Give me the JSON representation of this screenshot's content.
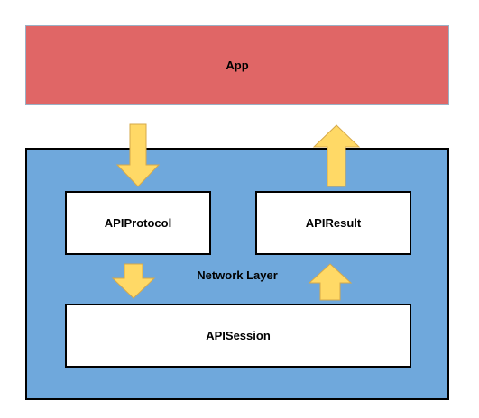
{
  "diagram": {
    "app_label": "App",
    "network_layer_label": "Network Layer",
    "api_protocol_label": "APIProtocol",
    "api_result_label": "APIResult",
    "api_session_label": "APISession"
  },
  "colors": {
    "app_fill": "#e06666",
    "layer_fill": "#6fa8dc",
    "arrow_fill": "#ffd966",
    "arrow_stroke": "#d6a94a"
  }
}
